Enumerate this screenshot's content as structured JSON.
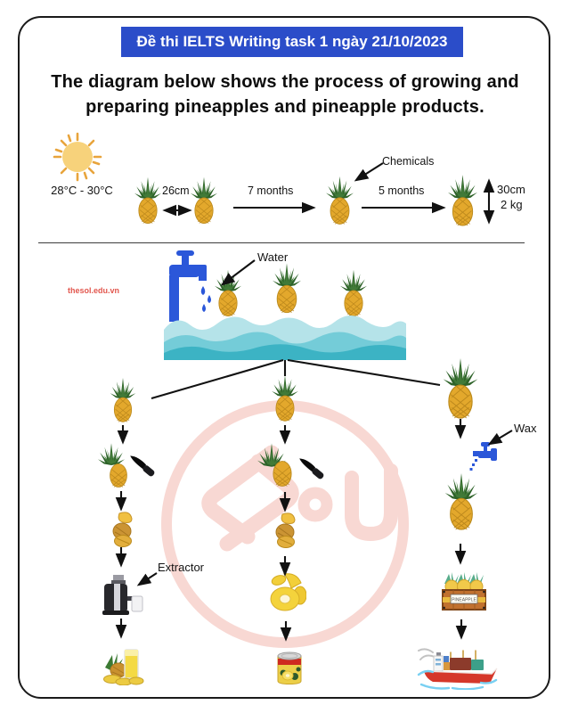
{
  "badge": {
    "text": "Đề thi IELTS Writing task 1 ngày 21/10/2023"
  },
  "title": {
    "line1": "The diagram below shows the process of growing and",
    "line2": "preparing pineapples and pineapple products."
  },
  "site": "thesol.edu.vn",
  "stage_grow": {
    "temperature": "28°C - 30°C",
    "spacing": "26cm",
    "duration1": "7 months",
    "chemicals": "Chemicals",
    "duration2": "5 months",
    "height": "30cm",
    "weight": "2 kg"
  },
  "stage_soak": {
    "water": "Water"
  },
  "stage_process": {
    "wax": "Wax",
    "extractor": "Extractor",
    "crate": "PINEAPPLE"
  },
  "colors": {
    "header_bg": "#2b4dc9",
    "site_red": "#e2574e",
    "tap_blue": "#2b57d9",
    "wave_light": "#b5e3e9",
    "wave_mid": "#74ccd8",
    "wave_dark": "#3cb3c4",
    "pineapple_body": "#e3a82c",
    "crown_green": "#2e6329",
    "watermark_pink": "#f8d8d3",
    "arrow_black": "#111111"
  },
  "icons": [
    "sun-icon",
    "water-faucet-icon",
    "wax-faucet-icon",
    "knife-icon",
    "extractor-icon",
    "pineapple-juice-icon",
    "pineapple-rings-icon",
    "canned-pineapple-icon",
    "pineapple-crate-icon",
    "cargo-ship-icon"
  ]
}
